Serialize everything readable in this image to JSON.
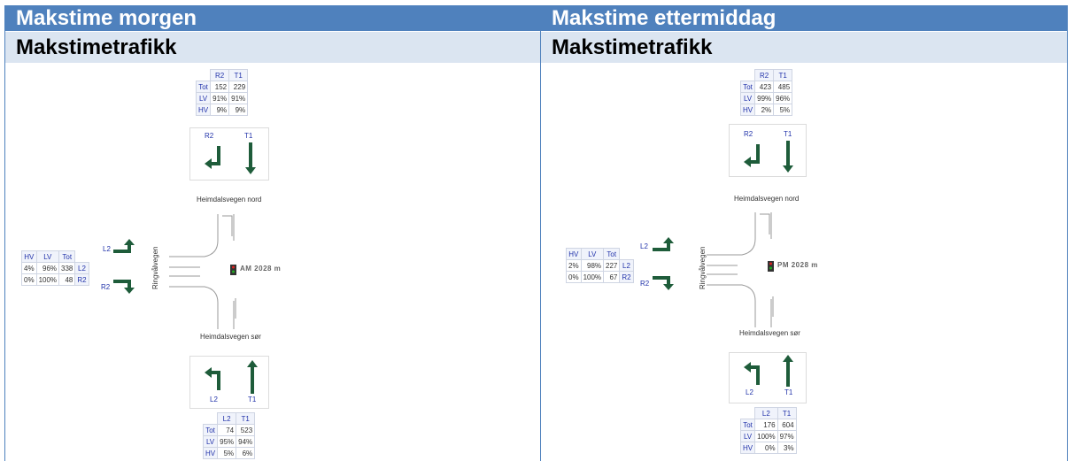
{
  "headers": {
    "left": {
      "title": "Makstime morgen",
      "subtitle": "Makstimetrafikk"
    },
    "right": {
      "title": "Makstime ettermiddag",
      "subtitle": "Makstimetrafikk"
    }
  },
  "roads": {
    "north": "Heimdalsvegen nord",
    "south": "Heimdalsvegen sør",
    "west": "Ringvålvegen"
  },
  "am": {
    "label": "AM 2028 m",
    "north": {
      "cols": [
        "R2",
        "T1"
      ],
      "rows": [
        [
          "Tot",
          "152",
          "229"
        ],
        [
          "LV",
          "91%",
          "91%"
        ],
        [
          "HV",
          "9%",
          "9%"
        ]
      ],
      "arrow_labels": [
        "R2",
        "T1"
      ]
    },
    "south": {
      "cols": [
        "L2",
        "T1"
      ],
      "rows": [
        [
          "Tot",
          "74",
          "523"
        ],
        [
          "LV",
          "95%",
          "94%"
        ],
        [
          "HV",
          "5%",
          "6%"
        ]
      ],
      "arrow_labels": [
        "L2",
        "T1"
      ]
    },
    "west": {
      "cols": [
        "HV",
        "LV",
        "Tot"
      ],
      "rows": [
        [
          "4%",
          "96%",
          "338",
          "L2"
        ],
        [
          "0%",
          "100%",
          "48",
          "R2"
        ]
      ],
      "arrow_labels": [
        "L2",
        "R2"
      ]
    }
  },
  "pm": {
    "label": "PM 2028 m",
    "north": {
      "cols": [
        "R2",
        "T1"
      ],
      "rows": [
        [
          "Tot",
          "423",
          "485"
        ],
        [
          "LV",
          "99%",
          "96%"
        ],
        [
          "HV",
          "2%",
          "5%"
        ]
      ],
      "arrow_labels": [
        "R2",
        "T1"
      ]
    },
    "south": {
      "cols": [
        "L2",
        "T1"
      ],
      "rows": [
        [
          "Tot",
          "176",
          "604"
        ],
        [
          "LV",
          "100%",
          "97%"
        ],
        [
          "HV",
          "0%",
          "3%"
        ]
      ],
      "arrow_labels": [
        "L2",
        "T1"
      ]
    },
    "west": {
      "cols": [
        "HV",
        "LV",
        "Tot"
      ],
      "rows": [
        [
          "2%",
          "98%",
          "227",
          "L2"
        ],
        [
          "0%",
          "100%",
          "67",
          "R2"
        ]
      ],
      "arrow_labels": [
        "L2",
        "R2"
      ]
    }
  },
  "colors": {
    "header": "#4f81bd",
    "subheader": "#dbe5f1",
    "arrow": "#1e5c3a"
  }
}
